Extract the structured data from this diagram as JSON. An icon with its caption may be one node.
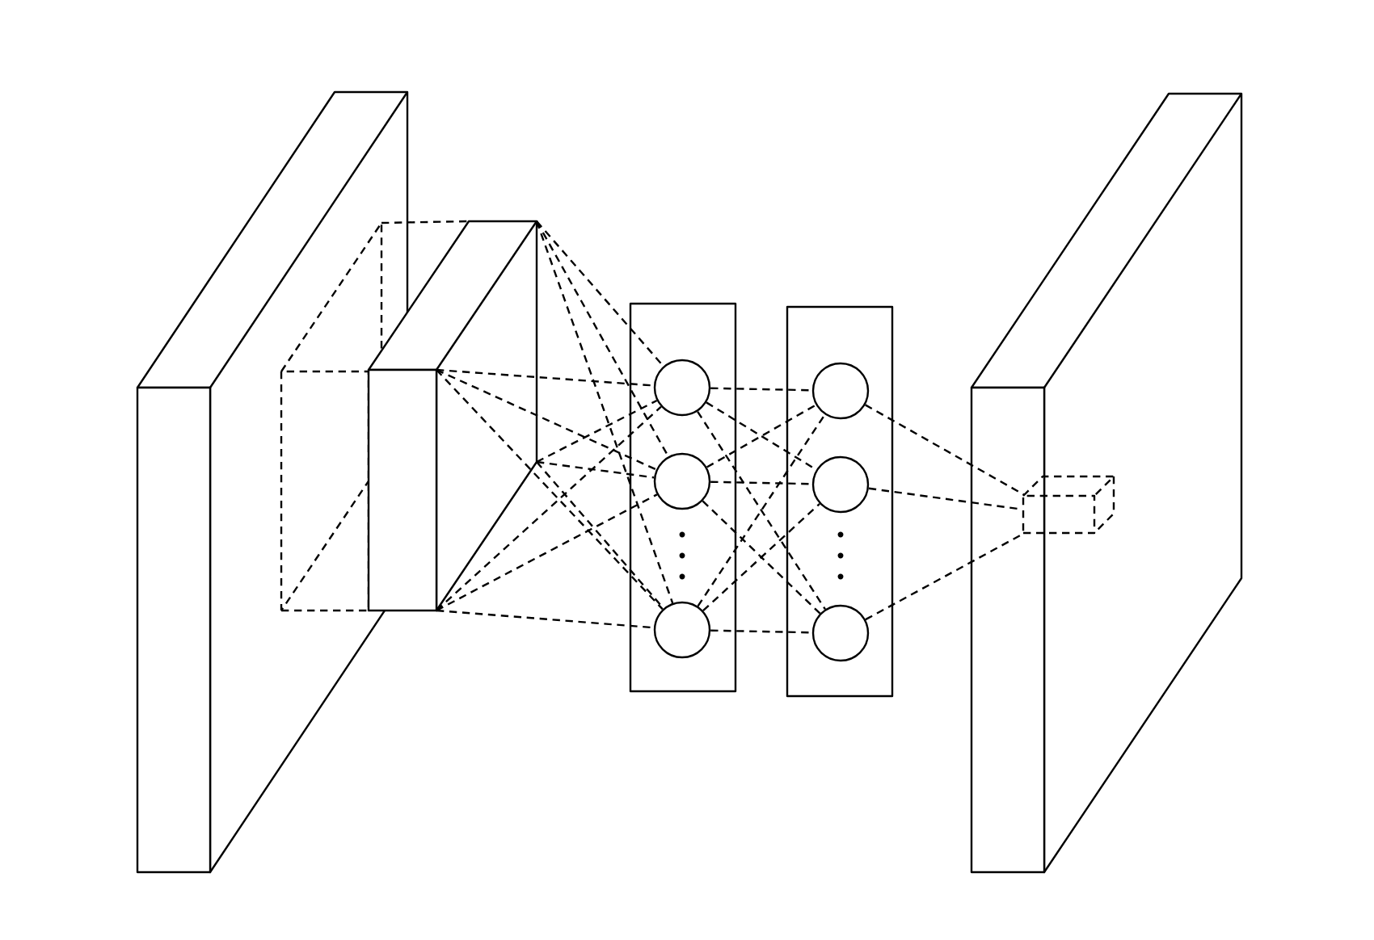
{
  "diagram": {
    "nodes": [
      {
        "text": [],
        "shape": "box"
      },
      {
        "text": [],
        "shape": "box",
        "in": 0
      },
      {
        "text": [],
        "shape": "box"
      },
      {
        "text": [],
        "shape": "box"
      },
      {
        "text": [],
        "shape": "circle",
        "in": 3
      },
      {
        "text": [],
        "shape": "circle",
        "in": 3
      },
      {
        "text": [],
        "shape": "circle",
        "in": 3
      },
      {
        "text": [],
        "shape": "box"
      },
      {
        "text": [],
        "shape": "circle",
        "in": 7
      },
      {
        "text": [],
        "shape": "circle",
        "in": 7
      },
      {
        "text": [],
        "shape": "circle",
        "in": 7
      },
      {
        "text": [],
        "shape": "box"
      },
      {
        "text": [],
        "shape": "box",
        "in": 11
      }
    ],
    "edges": [
      {
        "from": 1,
        "to": 2,
        "arrow": "none",
        "style": "dashed"
      },
      {
        "from": 2,
        "to": 4,
        "arrow": "none",
        "style": "dashed"
      },
      {
        "from": 2,
        "to": 5,
        "arrow": "none",
        "style": "dashed"
      },
      {
        "from": 2,
        "to": 6,
        "arrow": "none",
        "style": "dashed"
      },
      {
        "from": 2,
        "to": 4,
        "arrow": "none",
        "style": "dashed"
      },
      {
        "from": 2,
        "to": 5,
        "arrow": "none",
        "style": "dashed"
      },
      {
        "from": 2,
        "to": 6,
        "arrow": "none",
        "style": "dashed"
      },
      {
        "from": 2,
        "to": 4,
        "arrow": "none",
        "style": "dashed"
      },
      {
        "from": 2,
        "to": 5,
        "arrow": "none",
        "style": "dashed"
      },
      {
        "from": 2,
        "to": 6,
        "arrow": "none",
        "style": "dashed"
      },
      {
        "from": 2,
        "to": 4,
        "arrow": "none",
        "style": "dashed"
      },
      {
        "from": 2,
        "to": 5,
        "arrow": "none",
        "style": "dashed"
      },
      {
        "from": 2,
        "to": 6,
        "arrow": "none",
        "style": "dashed"
      },
      {
        "from": 4,
        "to": 8,
        "arrow": "none",
        "style": "dashed"
      },
      {
        "from": 4,
        "to": 9,
        "arrow": "none",
        "style": "dashed"
      },
      {
        "from": 4,
        "to": 10,
        "arrow": "none",
        "style": "dashed"
      },
      {
        "from": 5,
        "to": 8,
        "arrow": "none",
        "style": "dashed"
      },
      {
        "from": 5,
        "to": 9,
        "arrow": "none",
        "style": "dashed"
      },
      {
        "from": 5,
        "to": 10,
        "arrow": "none",
        "style": "dashed"
      },
      {
        "from": 6,
        "to": 8,
        "arrow": "none",
        "style": "dashed"
      },
      {
        "from": 6,
        "to": 9,
        "arrow": "none",
        "style": "dashed"
      },
      {
        "from": 6,
        "to": 10,
        "arrow": "none",
        "style": "dashed"
      },
      {
        "from": 8,
        "to": 12,
        "arrow": "none",
        "style": "dashed"
      },
      {
        "from": 9,
        "to": 12,
        "arrow": "none",
        "style": "dashed"
      },
      {
        "from": 10,
        "to": 12,
        "arrow": "none",
        "style": "dashed"
      }
    ]
  }
}
